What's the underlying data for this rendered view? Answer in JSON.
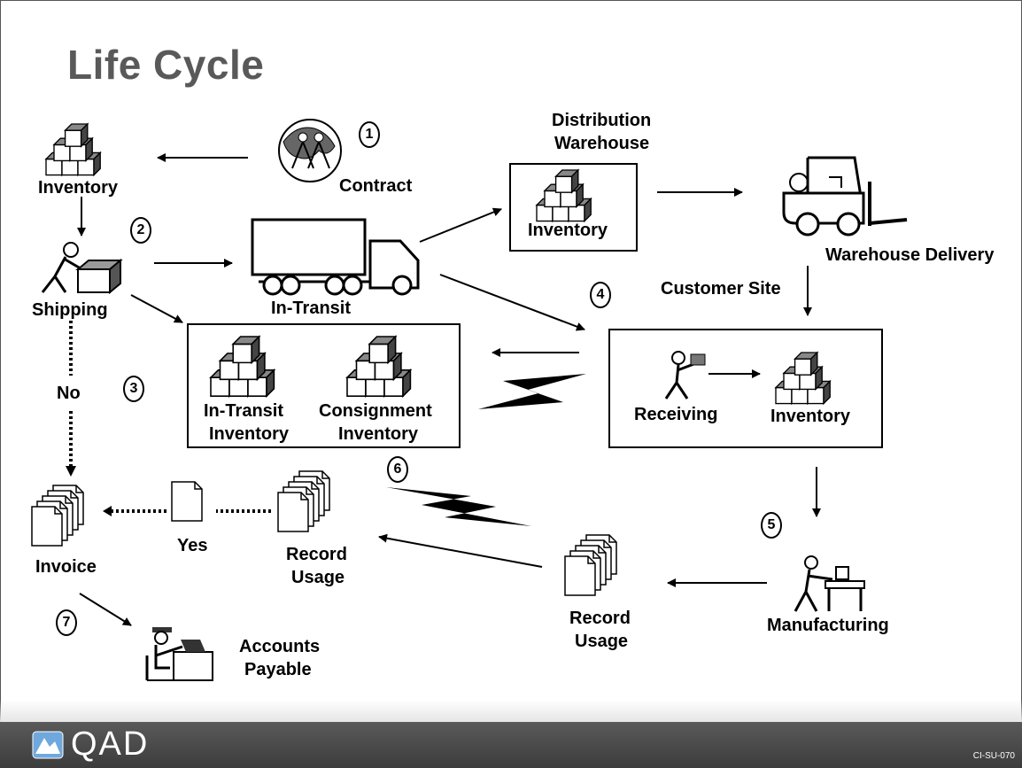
{
  "title": "Life Cycle",
  "labels": {
    "inventory_top": "Inventory",
    "contract": "Contract",
    "distribution_warehouse_1": "Distribution",
    "distribution_warehouse_2": "Warehouse",
    "dw_inventory": "Inventory",
    "warehouse_delivery": "Warehouse Delivery",
    "shipping": "Shipping",
    "in_transit": "In-Transit",
    "customer_site": "Customer Site",
    "in_transit_inventory_1": "In-Transit",
    "in_transit_inventory_2": "Inventory",
    "consignment_inventory_1": "Consignment",
    "consignment_inventory_2": "Inventory",
    "receiving": "Receiving",
    "site_inventory": "Inventory",
    "no": "No",
    "yes": "Yes",
    "invoice": "Invoice",
    "record_usage_1_a": "Record",
    "record_usage_1_b": "Usage",
    "record_usage_2_a": "Record",
    "record_usage_2_b": "Usage",
    "manufacturing": "Manufacturing",
    "accounts_payable_1": "Accounts",
    "accounts_payable_2": "Payable"
  },
  "steps": [
    "1",
    "2",
    "3",
    "4",
    "5",
    "6",
    "7"
  ],
  "footer": {
    "logo": "QAD",
    "code": "CI-SU-070"
  },
  "colors": {
    "footer": "#4a4a4a",
    "title": "#595959",
    "box_fill": "#ffffff",
    "box_dark": "#555555"
  }
}
